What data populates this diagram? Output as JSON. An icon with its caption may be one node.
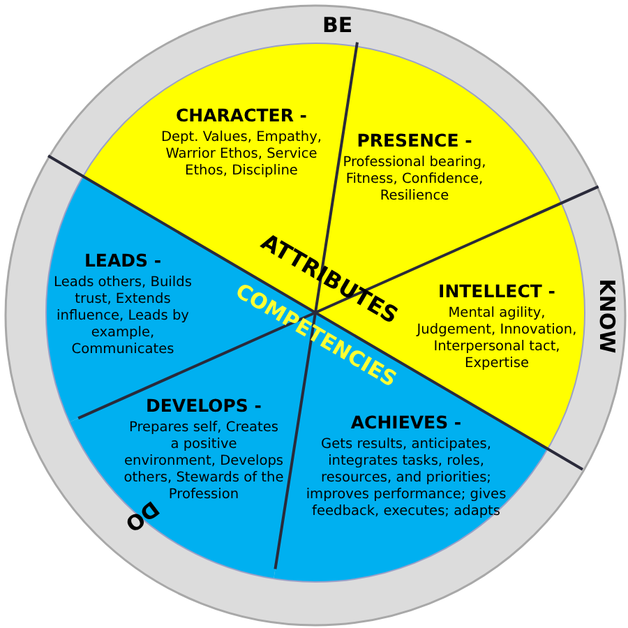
{
  "diagram": {
    "nodes": [
      {
        "text": [
          "CHARACTER -",
          "Dept. Values, Empathy, Warrior Ethos, Service Ethos, Discipline"
        ]
      },
      {
        "text": [
          "PRESENCE -",
          "Professional bearing, Fitness, Confidence, Resilience"
        ]
      },
      {
        "text": [
          "LEADS -",
          "Leads others, Builds trust, Extends influence, Leads by example, Communicates"
        ]
      },
      {
        "text": [
          "INTELLECT -",
          "Mental agility, Judgement, Innovation, Interpersonal tact, Expertise"
        ]
      },
      {
        "text": [
          "ACHIEVES -",
          "Gets results, anticipates, integrates tasks, roles, resources, and priorities; improves performance; gives feedback, executes; adapts"
        ]
      },
      {
        "text": [
          "DEVELOPS -",
          "Prepares self, Creates a positive environment, Develops others, Stewards of the Profession"
        ]
      }
    ],
    "labels": [
      "BE",
      "ATTRIBUTES",
      "KNOW",
      "COMPETENCIES",
      "DO"
    ]
  }
}
